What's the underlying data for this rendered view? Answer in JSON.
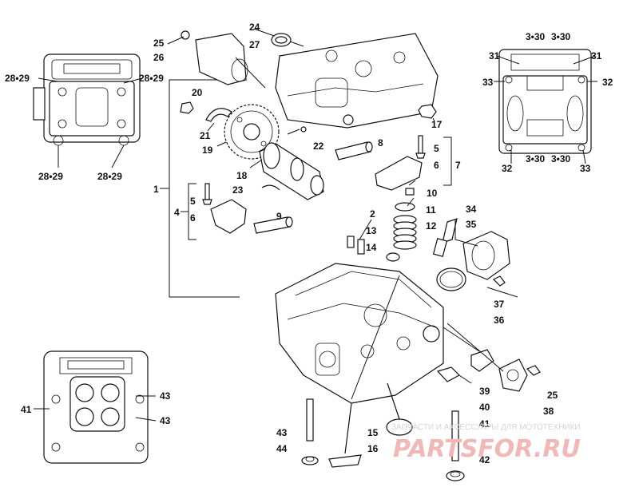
{
  "callouts": {
    "c1": "1",
    "c2": "2",
    "c4": "4",
    "c5a": "5",
    "c5b": "5",
    "c6a": "6",
    "c6b": "6",
    "c7": "7",
    "c8": "8",
    "c9": "9",
    "c10": "10",
    "c11": "11",
    "c12": "12",
    "c13": "13",
    "c14": "14",
    "c15": "15",
    "c16": "16",
    "c17": "17",
    "c18": "18",
    "c19": "19",
    "c20": "20",
    "c21": "21",
    "c22": "22",
    "c23": "23",
    "c24": "24",
    "c25a": "25",
    "c25b": "25",
    "c26": "26",
    "c27": "27",
    "c2829a": "28•29",
    "c2829b": "28•29",
    "c2829c": "28•29",
    "c2829d": "28•29",
    "c330a": "3•30",
    "c330b": "3•30",
    "c330c": "3•30",
    "c330d": "3•30",
    "c31a": "31",
    "c31b": "31",
    "c32a": "32",
    "c32b": "32",
    "c33a": "33",
    "c33b": "33",
    "c34": "34",
    "c35": "35",
    "c36": "36",
    "c37": "37",
    "c38": "38",
    "c39": "39",
    "c40": "40",
    "c41a": "41",
    "c41b": "41",
    "c42": "42",
    "c43a": "43",
    "c43b": "43",
    "c43c": "43",
    "c44": "44"
  },
  "watermark": {
    "caption": "ЗАПЧАСТИ И АКСЕССУАРЫ ДЛЯ МОТОТЕХНИКИ",
    "brand": "PARTSFOR.RU"
  }
}
